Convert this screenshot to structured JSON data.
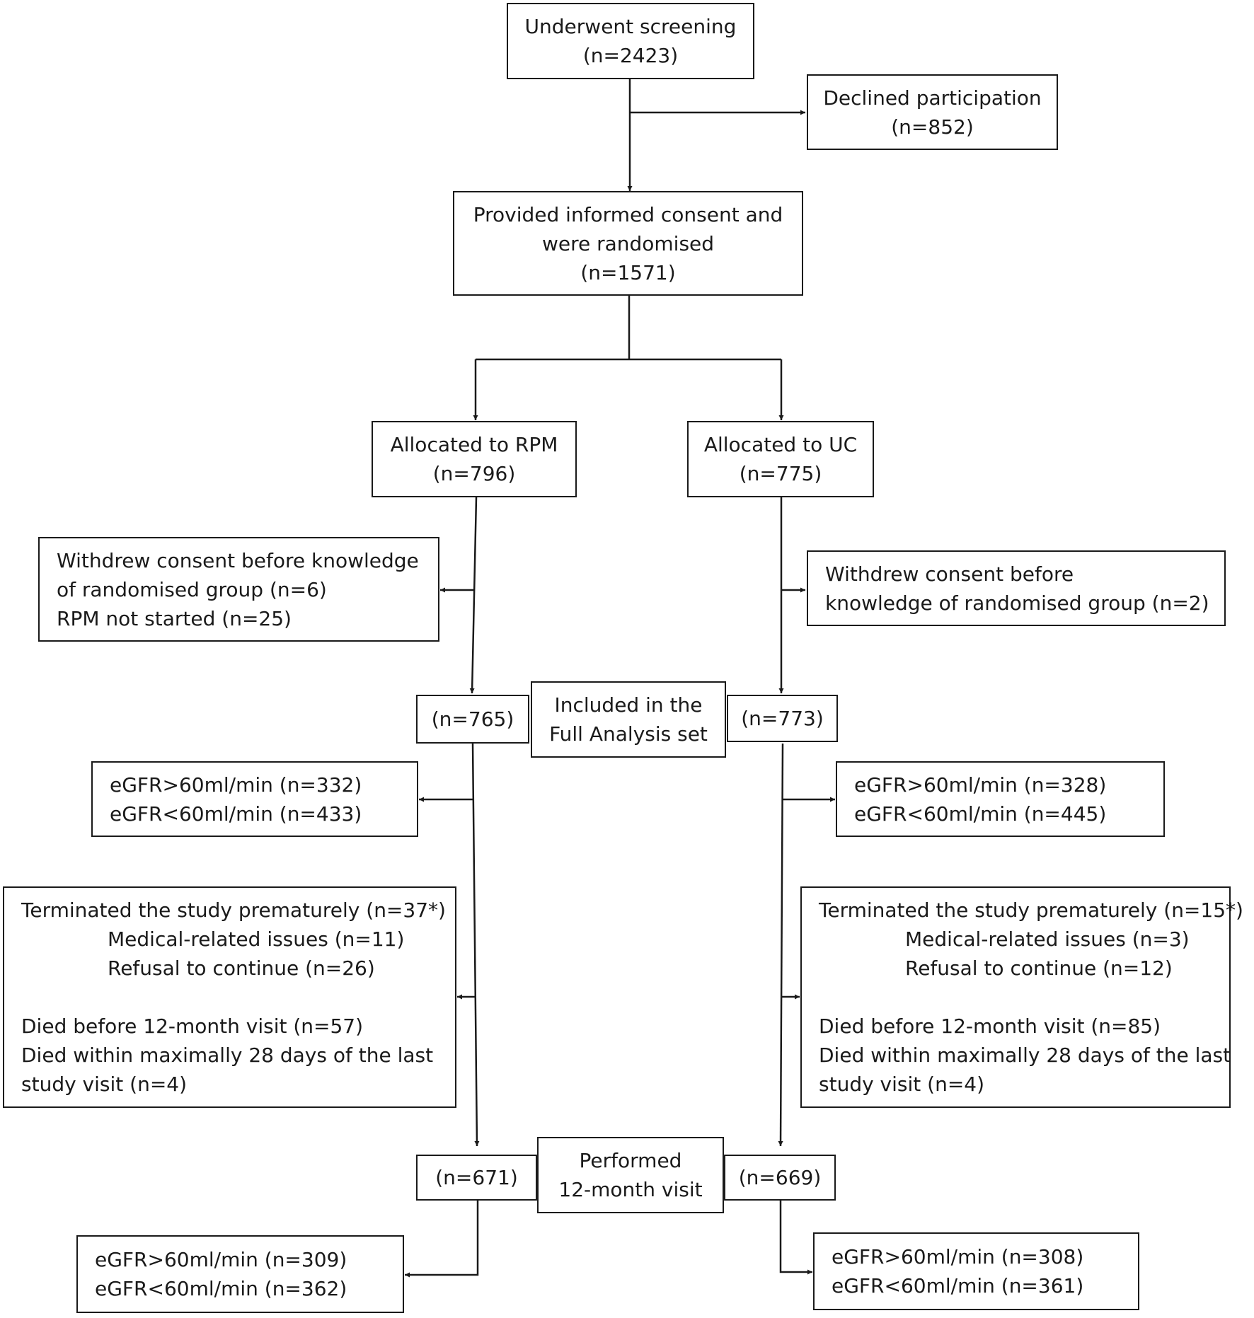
{
  "screening": {
    "title": "Underwent screening",
    "n": "(n=2423)"
  },
  "declined": {
    "title": "Declined participation",
    "n": "(n=852)"
  },
  "consent": {
    "line1": "Provided informed consent and",
    "line2": "were randomised",
    "n": "(n=1571)"
  },
  "rpm": {
    "allocated": {
      "title": "Allocated to RPM",
      "n": "(n=796)"
    },
    "withdrew": {
      "line1": "Withdrew consent before knowledge",
      "line2": "of randomised group (n=6)",
      "line3": "RPM not started (n=25)"
    },
    "fas_n": "(n=765)",
    "egfr_baseline": {
      "above": "eGFR>60ml/min (n=332)",
      "below": "eGFR<60ml/min (n=433)"
    },
    "terminated": {
      "title": "Terminated the study prematurely (n=37*)",
      "medical": "Medical-related issues (n=11)",
      "refusal": "Refusal to continue (n=26)",
      "died_before": "Died before 12-month visit (n=57)",
      "died_within_1": "Died within maximally 28 days of the last",
      "died_within_2": "study visit (n=4)"
    },
    "visit_n": "(n=671)",
    "egfr_12m": {
      "above": "eGFR>60ml/min (n=309)",
      "below": "eGFR<60ml/min (n=362)"
    }
  },
  "uc": {
    "allocated": {
      "title": "Allocated to UC",
      "n": "(n=775)"
    },
    "withdrew": {
      "line1": "Withdrew consent before",
      "line2": "knowledge of randomised group (n=2)"
    },
    "fas_n": "(n=773)",
    "egfr_baseline": {
      "above": "eGFR>60ml/min (n=328)",
      "below": "eGFR<60ml/min (n=445)"
    },
    "terminated": {
      "title": "Terminated the study prematurely (n=15*)",
      "medical": "Medical-related issues (n=3)",
      "refusal": "Refusal to continue (n=12)",
      "died_before": "Died before 12-month visit (n=85)",
      "died_within_1": "Died within maximally 28 days of the last",
      "died_within_2": "study visit (n=4)"
    },
    "visit_n": "(n=669)",
    "egfr_12m": {
      "above": "eGFR>60ml/min (n=308)",
      "below": "eGFR<60ml/min (n=361)"
    }
  },
  "fas_label": {
    "line1": "Included in the",
    "line2": "Full Analysis set"
  },
  "visit_label": {
    "line1": "Performed",
    "line2": "12-month visit"
  }
}
